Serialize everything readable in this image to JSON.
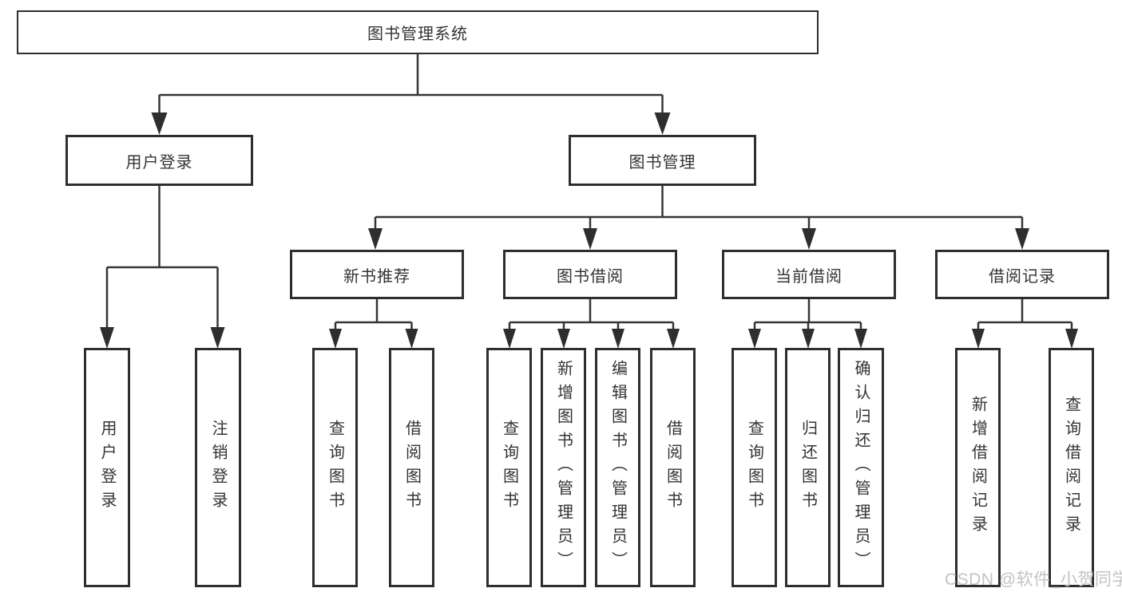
{
  "diagram": {
    "type": "hierarchy-tree",
    "title": "图书管理系统",
    "branches": [
      {
        "label": "用户登录",
        "children": [
          {
            "label": "用户登录"
          },
          {
            "label": "注销登录"
          }
        ]
      },
      {
        "label": "图书管理",
        "children": [
          {
            "label": "新书推荐",
            "children": [
              {
                "label": "查询图书"
              },
              {
                "label": "借阅图书"
              }
            ]
          },
          {
            "label": "图书借阅",
            "children": [
              {
                "label": "查询图书"
              },
              {
                "label": "新增图书（管理员）"
              },
              {
                "label": "编辑图书（管理员）"
              },
              {
                "label": "借阅图书"
              }
            ]
          },
          {
            "label": "当前借阅",
            "children": [
              {
                "label": "查询图书"
              },
              {
                "label": "归还图书"
              },
              {
                "label": "确认归还（管理员）"
              }
            ]
          },
          {
            "label": "借阅记录",
            "children": [
              {
                "label": "新增借阅记录"
              },
              {
                "label": "查询借阅记录"
              }
            ]
          }
        ]
      }
    ]
  },
  "watermark": {
    "text": "CSDN @软件_小贺同学"
  },
  "colors": {
    "background": "#ffffff",
    "box_border": "#2e2e2e",
    "connector_line": "#363636",
    "text": "#333333",
    "watermark": "#c0c0c0"
  }
}
